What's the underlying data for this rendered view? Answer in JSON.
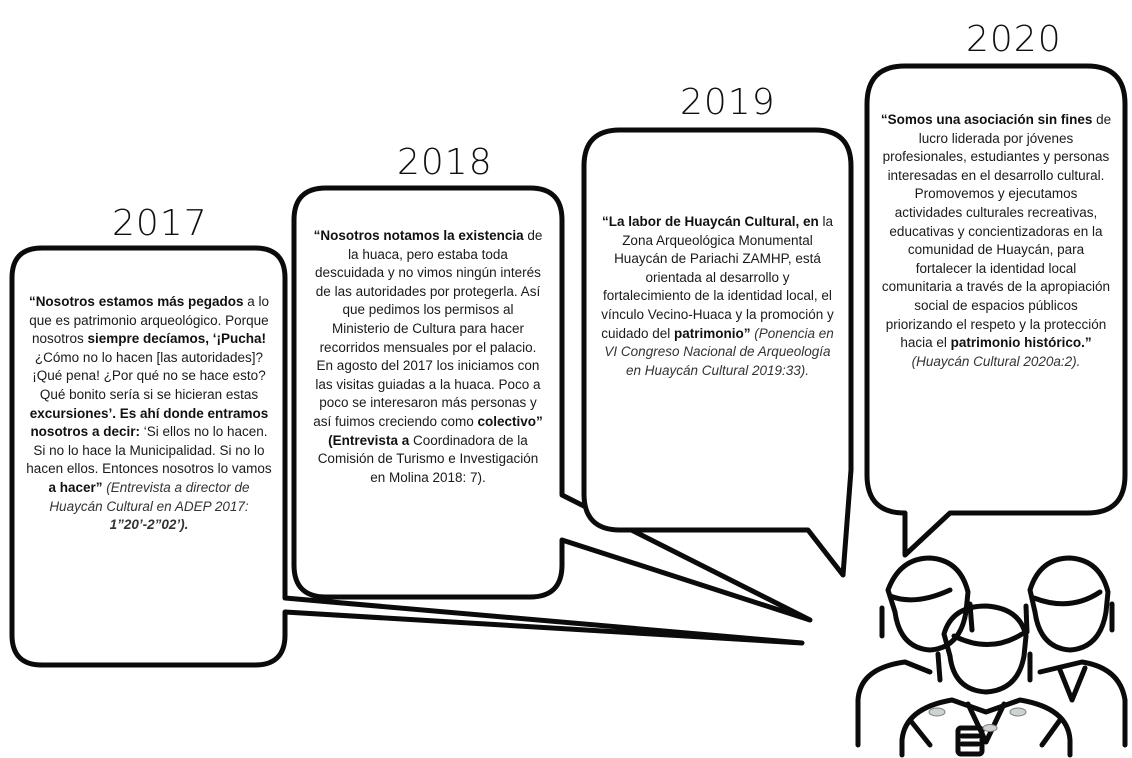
{
  "timeline": [
    {
      "year": "2017",
      "quote": [
        {
          "t": "“Nosotros estamos más pegados",
          "s": "b"
        },
        {
          "t": " a lo que es patrimonio arqueológico. Porque nosotros ",
          "s": ""
        },
        {
          "t": "siempre decíamos, ‘¡Pucha!",
          "s": "b"
        },
        {
          "t": " ¿Cómo no lo hacen [las autoridades]? ¡Qué pena! ¿Por qué no se hace esto? Qué bonito sería si se hicieran estas ",
          "s": ""
        },
        {
          "t": "excursiones’. Es ahí donde entramos nosotros a decir:",
          "s": "b"
        },
        {
          "t": " ‘Si ellos no lo hacen. Si no lo hace la Municipalidad. Si no lo hacen ellos. Entonces nosotros lo vamos ",
          "s": ""
        },
        {
          "t": "a hacer”",
          "s": "b"
        },
        {
          "t": " (Entrevista a director de Huaycán Cultural en ADEP 2017: ",
          "s": "i"
        },
        {
          "t": "1”20’-2”02’).",
          "s": "bi"
        }
      ]
    },
    {
      "year": "2018",
      "quote": [
        {
          "t": "“Nosotros notamos la existencia",
          "s": "b"
        },
        {
          "t": " de la huaca, pero estaba toda descuidada y no vimos ningún interés de las autoridades por protegerla. Así que pedimos los permisos al Ministerio de Cultura para hacer recorridos mensuales por el palacio. En agosto del 2017 los iniciamos con las visitas guiadas a la huaca. Poco a poco se interesaron más personas y así fuimos creciendo como ",
          "s": ""
        },
        {
          "t": "colectivo” (Entrevista a",
          "s": "b"
        },
        {
          "t": " Coordinadora de la Comisión de Turismo e Investigación en Molina 2018: 7).",
          "s": ""
        }
      ]
    },
    {
      "year": "2019",
      "quote": [
        {
          "t": "“La labor de Huaycán Cultural, en",
          "s": "b"
        },
        {
          "t": " la Zona Arqueológica Monumental Huaycán de Pariachi ZAMHP, está orientada al desarrollo y fortalecimiento de la identidad local, el vínculo Vecino-Huaca y la promoción y cuidado del ",
          "s": ""
        },
        {
          "t": "patrimonio”",
          "s": "b"
        },
        {
          "t": " (Ponencia en VI Congreso Nacional de Arqueología en Huaycán Cultural 2019:33).",
          "s": "i"
        }
      ]
    },
    {
      "year": "2020",
      "quote": [
        {
          "t": "“Somos una asociación sin fines",
          "s": "b"
        },
        {
          "t": " de lucro liderada por jóvenes profesionales, estudiantes y personas interesadas en el desarrollo cultural. Promovemos y ejecutamos actividades culturales recreativas, educativas y concientizadoras en la comunidad de Huaycán, para fortalecer la identidad local comunitaria a través de la apropiación social de espacios públicos priorizando el respeto y la protección hacia el ",
          "s": ""
        },
        {
          "t": "patrimonio histórico.”",
          "s": "b"
        },
        {
          "t": " (Huaycán Cultural 2020a:2).",
          "s": "i"
        }
      ]
    }
  ],
  "icon": "group-of-people-icon",
  "colors": {
    "stroke": "#0b0b0b",
    "text": "#1a1a1a",
    "background": "#ffffff"
  }
}
